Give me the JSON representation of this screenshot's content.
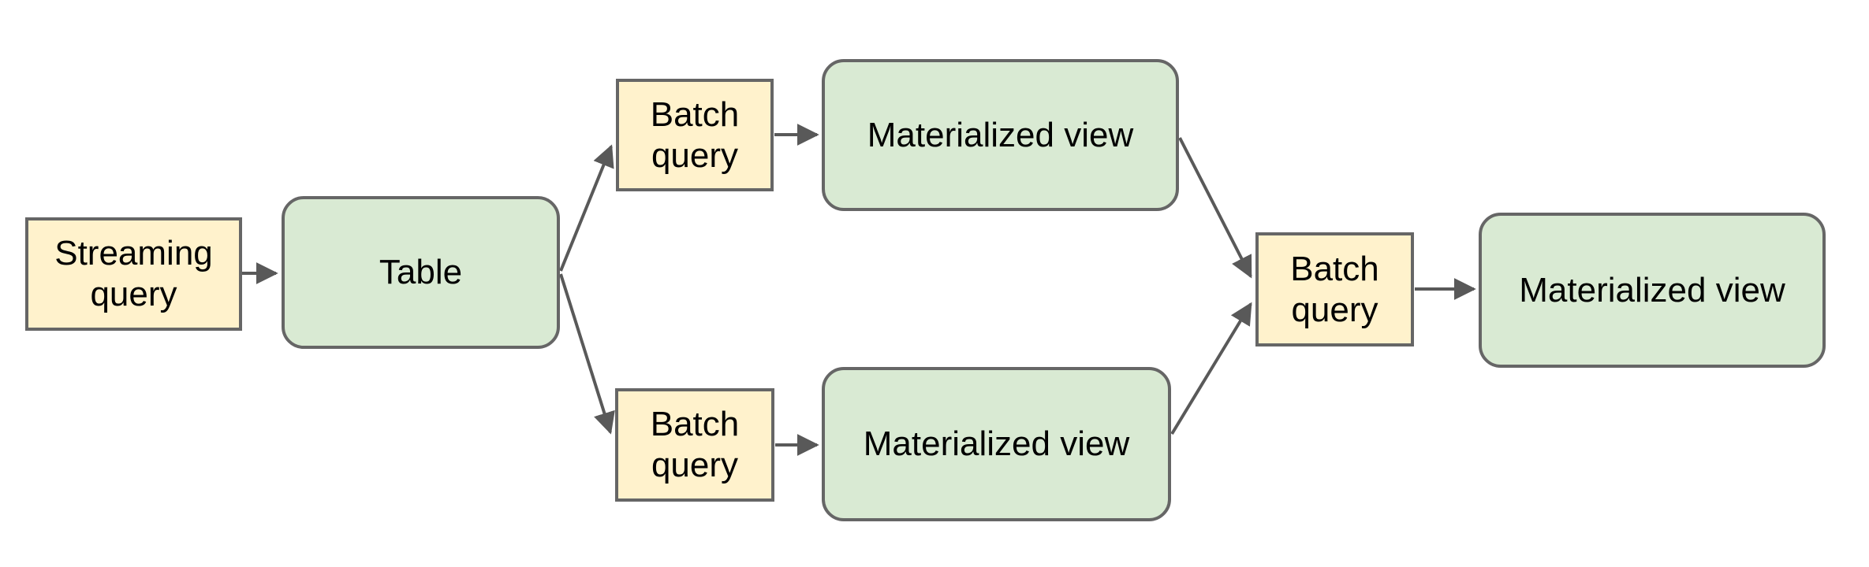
{
  "diagram": {
    "background_color": "#ffffff",
    "colors": {
      "yellow_fill": "#fff2cc",
      "green_fill": "#d9ead3",
      "border_gray": "#666666",
      "arrow_gray": "#595959",
      "text_black": "#000000"
    },
    "nodes": [
      {
        "id": "streaming-query",
        "label": "Streaming query",
        "shape": "rectangle",
        "fill": "#fff2cc"
      },
      {
        "id": "table",
        "label": "Table",
        "shape": "rounded-rectangle",
        "fill": "#d9ead3"
      },
      {
        "id": "batch-query-top",
        "label": "Batch query",
        "shape": "rectangle",
        "fill": "#fff2cc"
      },
      {
        "id": "materialized-view-top",
        "label": "Materialized view",
        "shape": "rounded-rectangle",
        "fill": "#d9ead3"
      },
      {
        "id": "batch-query-bottom",
        "label": "Batch query",
        "shape": "rectangle",
        "fill": "#fff2cc"
      },
      {
        "id": "materialized-view-bottom",
        "label": "Materialized view",
        "shape": "rounded-rectangle",
        "fill": "#d9ead3"
      },
      {
        "id": "batch-query-right",
        "label": "Batch query",
        "shape": "rectangle",
        "fill": "#fff2cc"
      },
      {
        "id": "materialized-view-final",
        "label": "Materialized view",
        "shape": "rounded-rectangle",
        "fill": "#d9ead3"
      }
    ],
    "edges": [
      {
        "from": "streaming-query",
        "to": "table"
      },
      {
        "from": "table",
        "to": "batch-query-top"
      },
      {
        "from": "table",
        "to": "batch-query-bottom"
      },
      {
        "from": "batch-query-top",
        "to": "materialized-view-top"
      },
      {
        "from": "batch-query-bottom",
        "to": "materialized-view-bottom"
      },
      {
        "from": "materialized-view-top",
        "to": "batch-query-right"
      },
      {
        "from": "materialized-view-bottom",
        "to": "batch-query-right"
      },
      {
        "from": "batch-query-right",
        "to": "materialized-view-final"
      }
    ]
  }
}
